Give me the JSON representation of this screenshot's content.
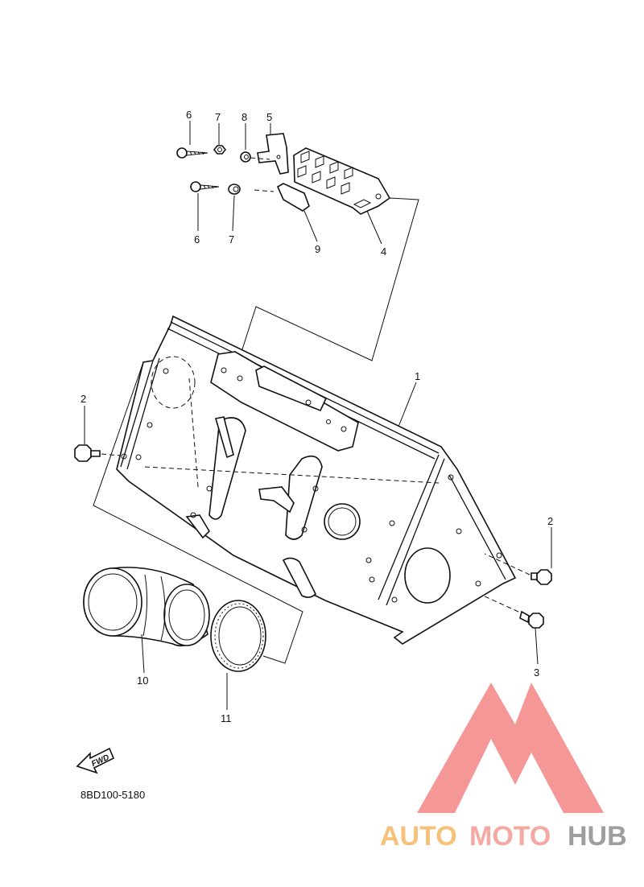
{
  "diagram_code": "8BD100-5180",
  "fwd_label": "FWD",
  "callouts": {
    "c1": "1",
    "c2a": "2",
    "c2b": "2",
    "c3": "3",
    "c4": "4",
    "c5": "5",
    "c6a": "6",
    "c6b": "6",
    "c7a": "7",
    "c7b": "7",
    "c8": "8",
    "c9": "9",
    "c10": "10",
    "c11": "11"
  },
  "watermark": {
    "part1": "AUTO",
    "part2": "MOTO",
    "part3": "HUB",
    "color1": "#f6c27a",
    "color2": "#f4a9a3",
    "color3": "#9e9e9e",
    "logo_color": "#f48c8c"
  }
}
